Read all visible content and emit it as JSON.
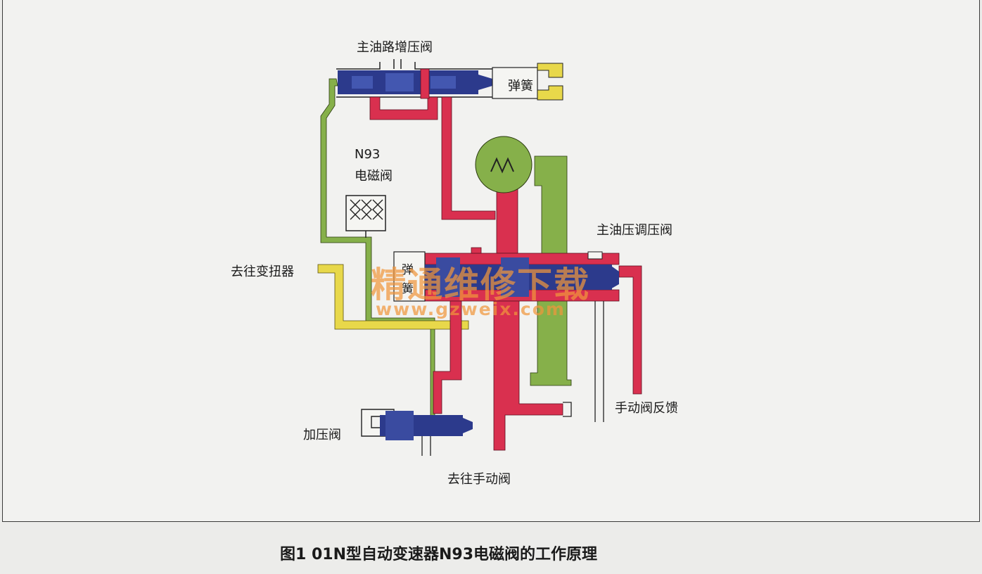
{
  "labels": {
    "main_line_boost_valve": "主油路增压阀",
    "spring_top": "弹簧",
    "solenoid_line1": "N93",
    "solenoid_line2": "电磁阀",
    "main_pressure_regulator": "主油压调压阀",
    "to_torque_converter": "去往变扭器",
    "spring_middle_char1": "弹",
    "spring_middle_char2": "簧",
    "manual_valve_feedback": "手动阀反馈",
    "boost_valve": "加压阀",
    "to_manual_valve": "去往手动阀"
  },
  "watermark": {
    "title": "精通维修下载",
    "url": "www.gzweix.com"
  },
  "caption": "图1   01N型自动变速器N93电磁阀的工作原理",
  "colors": {
    "pressure_red": "#d9304f",
    "control_green": "#86b04a",
    "converter_yellow": "#e8d84a",
    "valve_blue": "#2c3a8c",
    "background": "#f2f2f0"
  }
}
